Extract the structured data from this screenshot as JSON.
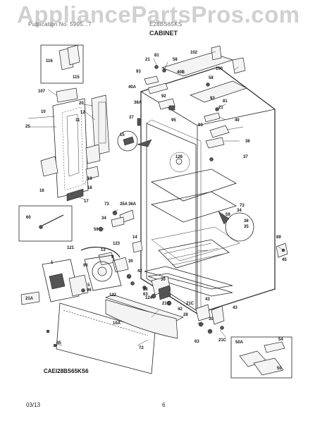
{
  "watermark": "AppliancePartsPros.com",
  "header": {
    "left": "Publication No. 5995...7",
    "right": "E28BS65KS",
    "section_title": "CABINET"
  },
  "model_code": "CAEI28BS65KS6",
  "footer": {
    "date": "03/13",
    "page": "6"
  },
  "callouts": {
    "c116": "116",
    "c115": "115",
    "c107": "107",
    "c10": "10",
    "c25": "25",
    "c11": "11",
    "c20": "20",
    "c12": "12",
    "c16": "16",
    "c17": "17",
    "c19": "19",
    "c18": "18",
    "c21a": "21",
    "c81a": "81",
    "c58a": "58",
    "c93a": "93",
    "c40b": "40B",
    "c40a": "40A",
    "c38a": "38A",
    "c92a": "92",
    "c37a": "37",
    "c95": "95",
    "c15": "15",
    "c102": "102",
    "c100": "100",
    "c58b": "58",
    "c81b": "81",
    "c21b": "21",
    "c92b": "92",
    "c93b": "93",
    "c40": "40",
    "c36": "36",
    "c37b": "37",
    "c126": "126",
    "c73a": "73",
    "c35aa": "35A",
    "c36a": "36A",
    "c34a": "34",
    "c59a": "59",
    "c14": "14",
    "c60": "60",
    "c121": "121",
    "c13": "13",
    "c123": "123",
    "c9": "9",
    "c30a": "30",
    "c96": "96",
    "c122": "122",
    "c1": "1",
    "c5": "5",
    "c21aa": "21A",
    "c124": "124",
    "c42a": "42",
    "c28a": "28",
    "c63a": "63",
    "c30b": "30",
    "c21c1": "21C",
    "c73b": "73",
    "c34b": "34",
    "c59b": "59",
    "c36b": "36",
    "c35b": "35",
    "c89": "89",
    "c45a": "45",
    "c43a": "43",
    "c21c2": "21C",
    "c42b": "42",
    "c28b": "28",
    "c63b": "63",
    "c30c": "30",
    "c43b": "43",
    "c21c3": "21C",
    "c10a": "10A",
    "c72": "72",
    "c45b": "45",
    "c50a": "50A",
    "c54": "54",
    "c50": "50"
  }
}
